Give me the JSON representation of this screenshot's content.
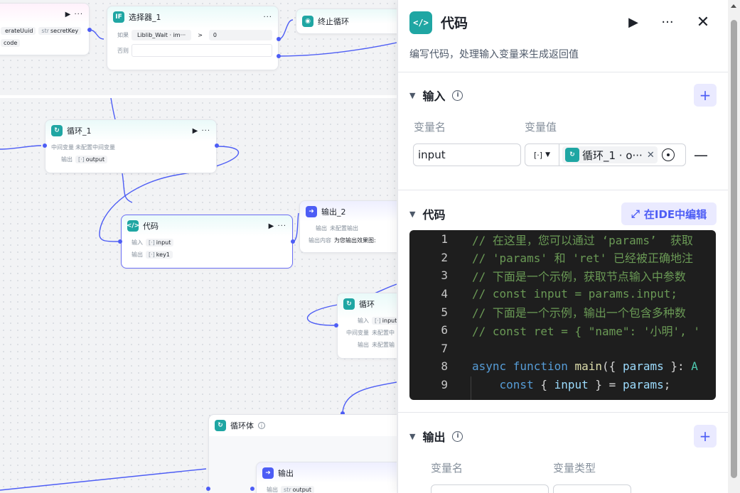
{
  "canvas": {
    "top_node": {
      "pills": [
        {
          "type": "",
          "label": "erateUuid"
        },
        {
          "type": "str",
          "label": "secretKey"
        }
      ],
      "sub": "code"
    },
    "selector": {
      "title": "选择器_1",
      "icon": "IF",
      "if_label": "如果",
      "if_field": "Liblib_Wait · im···",
      "operator": ">",
      "compare_value": "0",
      "else_label": "否则"
    },
    "end_loop": {
      "title": "终止循环"
    },
    "loop1": {
      "title": "循环_1",
      "mid_label": "中间变量",
      "mid_value": "未配置中间变量",
      "out_label": "输出",
      "out_type": "[·]",
      "out_value": "output"
    },
    "code_node": {
      "title": "代码",
      "in_label": "输入",
      "in_type": "[·]",
      "in_value": "input",
      "out_label": "输出",
      "out_type": "[·]",
      "out_value": "key1"
    },
    "output2": {
      "title": "输出_2",
      "out_label": "输出",
      "out_value": "未配置输出",
      "content_label": "输出内容",
      "content_value": "为您输出效果图:"
    },
    "loop_node": {
      "title": "循环",
      "in_label": "输入",
      "in_type": "[·]",
      "in_value": "input",
      "mid_label": "中间变量",
      "mid_value": "未配置中",
      "out_label": "输出",
      "out_value": "未配置输"
    },
    "loop_body": {
      "title": "循环体"
    },
    "output_node": {
      "title": "输出",
      "out_label": "输出",
      "out_type": "str",
      "out_value": "output"
    }
  },
  "panel": {
    "title": "代码",
    "description": "编写代码，处理输入变量来生成返回值",
    "input_section": {
      "title": "输入",
      "col_name": "变量名",
      "col_value": "变量值",
      "var_name": "input",
      "ref_type": "[·]",
      "ref_label": "循环_1 · o···"
    },
    "code_section": {
      "title": "代码",
      "ide_label": "在IDE中编辑"
    },
    "output_section": {
      "title": "输出",
      "col_name": "变量名",
      "col_type": "变量类型"
    },
    "code_lines": [
      {
        "n": "1",
        "text": "// 在这里，您可以通过 ‘params’  获取"
      },
      {
        "n": "2",
        "text": "// 'params' 和 'ret' 已经被正确地注"
      },
      {
        "n": "3",
        "text": "// 下面是一个示例，获取节点输入中参数"
      },
      {
        "n": "4",
        "text": "// const input = params.input;"
      },
      {
        "n": "5",
        "text": "// 下面是一个示例，输出一个包含多种数"
      },
      {
        "n": "6",
        "text": "// const ret = { \"name\": '小明', '"
      },
      {
        "n": "7",
        "text": ""
      },
      {
        "n": "8",
        "kw": "async function ",
        "fn": "main",
        "rest1": "({ ",
        "vr": "params",
        "rest2": " }: ",
        "ty": "A"
      },
      {
        "n": "9",
        "kw": "const ",
        "rest1": "{ ",
        "vr": "input",
        "rest2": " } = ",
        "vr2": "params",
        "rest3": ";"
      }
    ]
  },
  "colors": {
    "accent": "#4d5df5",
    "teal": "#1fa6a3",
    "edge": "#4d5df5"
  }
}
